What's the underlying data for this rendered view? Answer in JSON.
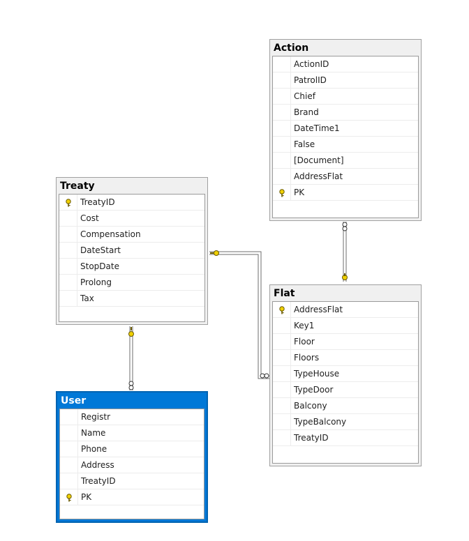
{
  "tables": {
    "action": {
      "title": "Action",
      "columns": [
        "ActionID",
        "PatrolID",
        "Chief",
        "Brand",
        "DateTime1",
        "False",
        "[Document]",
        "AddressFlat",
        "PK"
      ]
    },
    "treaty": {
      "title": "Treaty",
      "columns": [
        "TreatyID",
        "Cost",
        "Compensation",
        "DateStart",
        "StopDate",
        "Prolong",
        "Tax"
      ]
    },
    "flat": {
      "title": "Flat",
      "columns": [
        "AddressFlat",
        "Key1",
        "Floor",
        "Floors",
        "TypeHouse",
        "TypeDoor",
        "Balcony",
        "TypeBalcony",
        "TreatyID"
      ]
    },
    "user": {
      "title": "User",
      "columns": [
        "Registr",
        "Name",
        "Phone",
        "Address",
        "TreatyID",
        "PK"
      ]
    }
  },
  "primary_keys": {
    "action": "PK",
    "treaty": "TreatyID",
    "flat": "AddressFlat",
    "user": "PK"
  },
  "selected_table": "user",
  "relationships": [
    {
      "from": "action",
      "to": "flat",
      "one_end": "flat",
      "many_end": "action"
    },
    {
      "from": "treaty",
      "to": "flat",
      "one_end": "treaty",
      "many_end": "flat"
    },
    {
      "from": "treaty",
      "to": "user",
      "one_end": "treaty",
      "many_end": "user"
    }
  ],
  "colors": {
    "selected_header": "#0078d7",
    "key_icon": "#f0d000",
    "connector": "#6e6e6e"
  }
}
